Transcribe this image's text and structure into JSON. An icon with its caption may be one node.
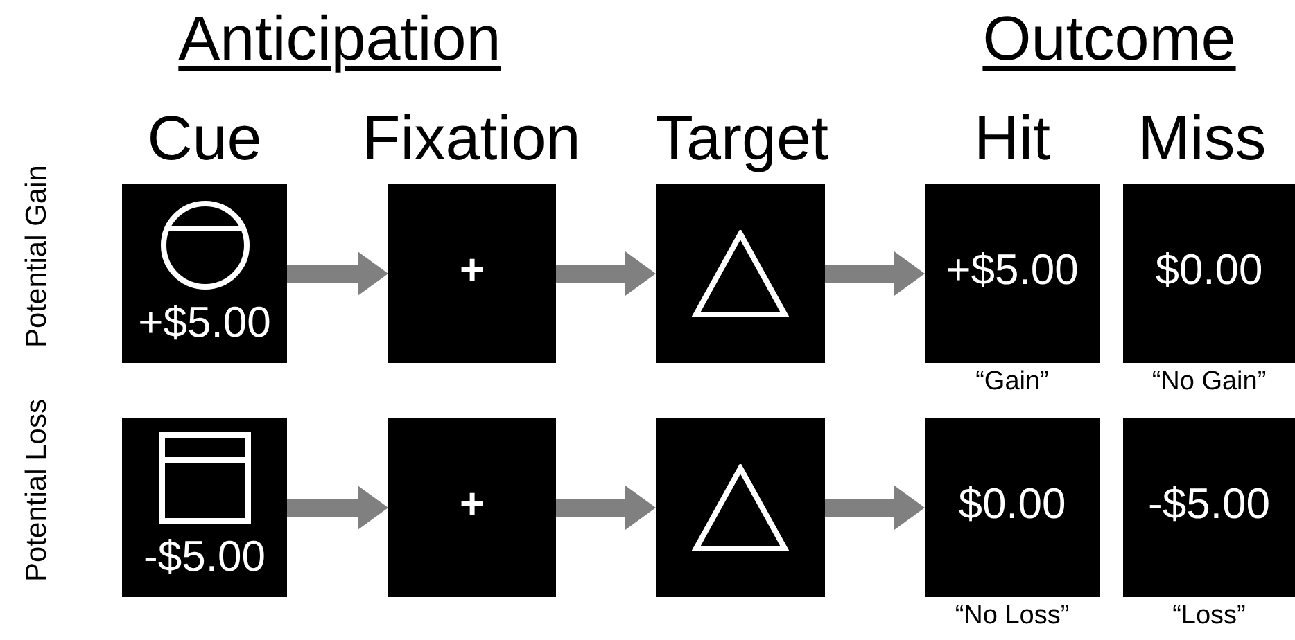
{
  "diagram": {
    "nodes": [
      {
        "text": [
          "+$5.00"
        ]
      },
      {
        "text": [
          "+"
        ]
      },
      {
        "text": [],
        "shape": "box"
      },
      {
        "text": [
          "+$5.00"
        ],
        "beside": [
          "“Gain”"
        ]
      },
      {
        "text": [
          "$0.00"
        ],
        "beside": [
          "“No Gain”"
        ]
      },
      {
        "text": [
          "-$5.00"
        ]
      },
      {
        "text": [
          "+"
        ]
      },
      {
        "text": [],
        "shape": "box"
      },
      {
        "text": [
          "$0.00"
        ],
        "beside": [
          "“No Loss”"
        ]
      },
      {
        "text": [
          "-$5.00"
        ],
        "beside": [
          "“Loss”"
        ]
      }
    ],
    "edges": [
      {
        "from": 0,
        "to": 1,
        "arrow": "to"
      },
      {
        "from": 1,
        "to": 2,
        "arrow": "to"
      },
      {
        "from": 2,
        "to": 3,
        "arrow": "to"
      },
      {
        "from": 5,
        "to": 6,
        "arrow": "to"
      },
      {
        "from": 6,
        "to": 7,
        "arrow": "to"
      },
      {
        "from": 7,
        "to": 8,
        "arrow": "to"
      }
    ],
    "labels": [
      "Anticipation",
      "Outcome",
      "Cue",
      "Fixation",
      "Target",
      "Hit",
      "Miss",
      "Potential Gain",
      "Potential Loss"
    ]
  }
}
